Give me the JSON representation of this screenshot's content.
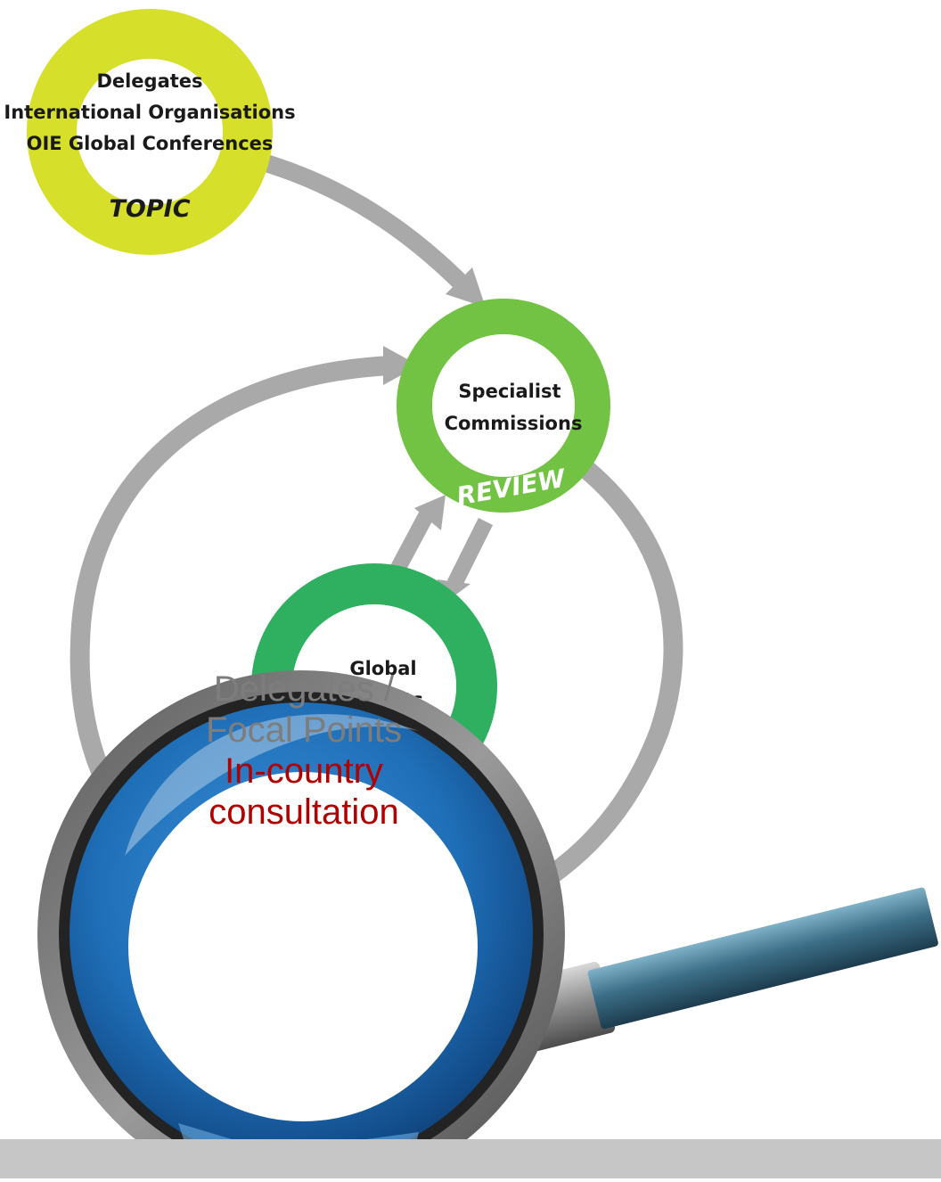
{
  "topic": {
    "lines": [
      "Delegates",
      "International Organisations",
      "OIE Global Conferences"
    ],
    "label": "TOPIC"
  },
  "review": {
    "lines": [
      "Specialist",
      "Commissions"
    ],
    "label": "REVIEW"
  },
  "experts": {
    "lines": [
      "Global",
      "Experts"
    ]
  },
  "magnifier": {
    "line1": "Delegates /",
    "line2": "Focal Points",
    "line3": "In-country",
    "line4": "consultation"
  },
  "colors": {
    "topic_ring": "#d6df2a",
    "review_ring": "#72c244",
    "experts_ring": "#2fb060",
    "arrow": "#a9a9a9",
    "lens_rim": "#1a5fa8",
    "highlight_text": "#b00000",
    "footer": "#c6c6c6"
  }
}
